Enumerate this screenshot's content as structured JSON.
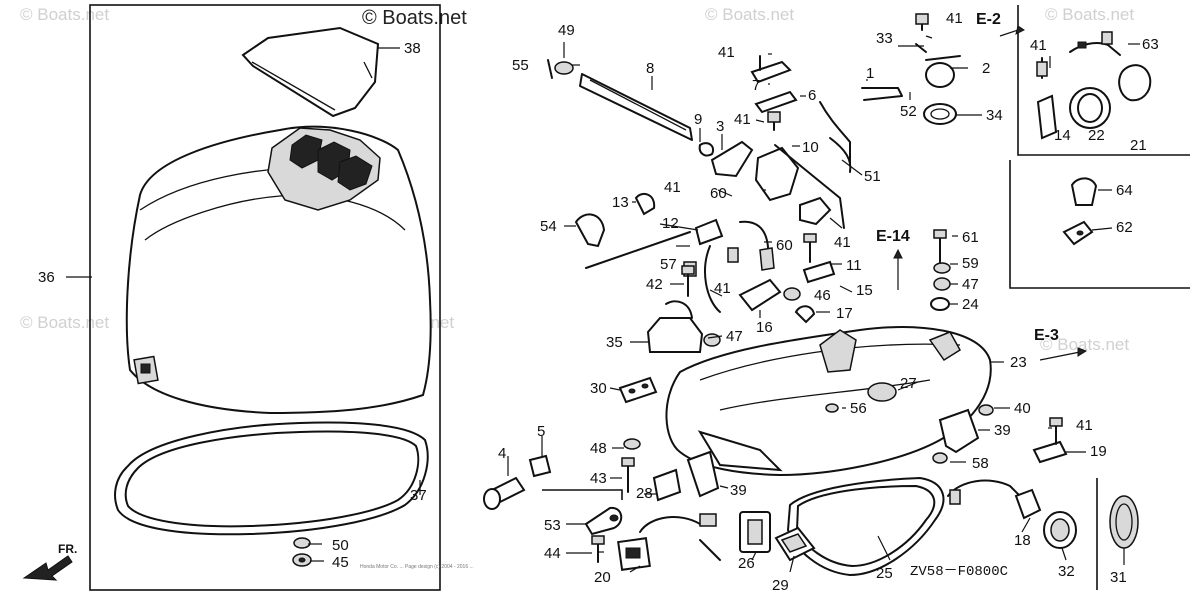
{
  "watermarks": {
    "label": "© Boats.net",
    "prominent_label": "© Boats.net"
  },
  "diagram_code": "ZV58－F0800C",
  "copyright_line": "Honda Motor Co. ... Page design (c) 2004 - 2016 ...",
  "direction_label": "FR.",
  "references": [
    "E-2",
    "E-14",
    "E-3"
  ],
  "callouts": [
    "1",
    "2",
    "3",
    "4",
    "5",
    "6",
    "7",
    "8",
    "9",
    "10",
    "11",
    "12",
    "13",
    "14",
    "15",
    "16",
    "17",
    "18",
    "19",
    "20",
    "21",
    "22",
    "23",
    "24",
    "25",
    "26",
    "27",
    "28",
    "29",
    "30",
    "31",
    "32",
    "33",
    "34",
    "35",
    "36",
    "37",
    "38",
    "39",
    "40",
    "41",
    "42",
    "43",
    "44",
    "45",
    "46",
    "47",
    "48",
    "49",
    "50",
    "51",
    "52",
    "53",
    "54",
    "55",
    "56",
    "57",
    "58",
    "59",
    "60",
    "61",
    "62",
    "63",
    "64"
  ]
}
